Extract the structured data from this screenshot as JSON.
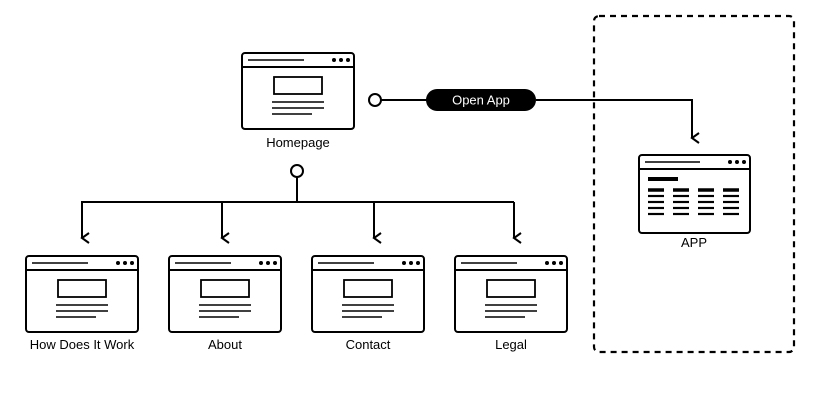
{
  "homepage": {
    "label": "Homepage"
  },
  "connector": {
    "label": "Open App"
  },
  "app": {
    "label": "APP"
  },
  "pages": [
    {
      "label": "How Does It Work"
    },
    {
      "label": "About"
    },
    {
      "label": "Contact"
    },
    {
      "label": "Legal"
    }
  ],
  "colors": {
    "stroke": "#000000",
    "pill": "#000000",
    "pill_text": "#ffffff",
    "background": "#ffffff"
  }
}
